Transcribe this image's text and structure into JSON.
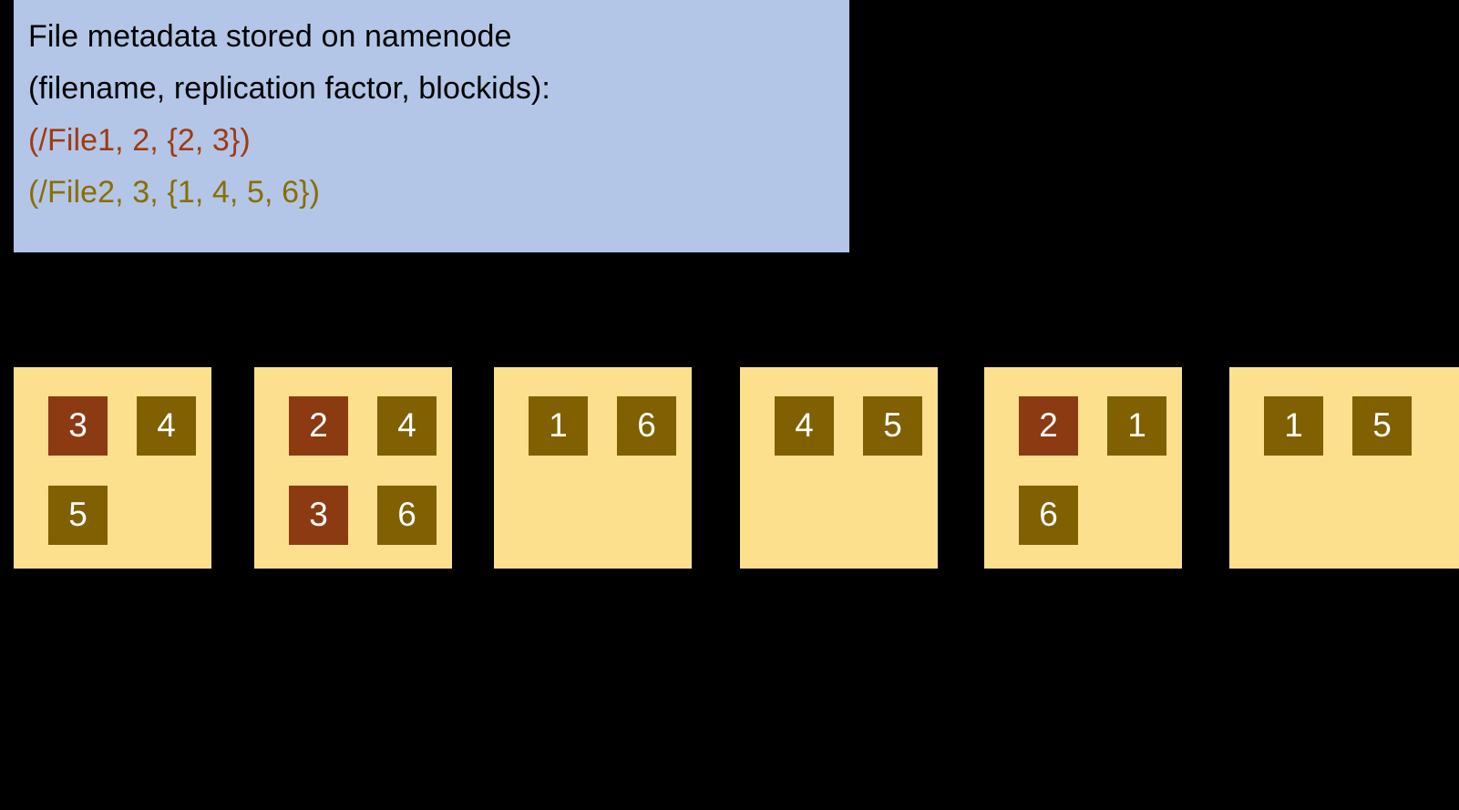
{
  "metadata_panel": {
    "name": "namenode-metadata-box",
    "background_color": "#b3c6e7",
    "lines": [
      {
        "text": "File metadata stored on namenode",
        "color": "#000000",
        "kind": "plain"
      },
      {
        "text": "(filename, replication factor, blockids):",
        "color": "#000000",
        "kind": "plain"
      },
      {
        "text": "(/File1, 2, {2, 3})",
        "color": "#a03a10",
        "kind": "file1"
      },
      {
        "text": "(/File2, 3, {1, 4, 5, 6})",
        "color": "#8a6d00",
        "kind": "file2"
      }
    ],
    "files": [
      {
        "filename": "/File1",
        "replication_factor": 2,
        "blockids": [
          2,
          3
        ],
        "color": "#a03a10"
      },
      {
        "filename": "/File2",
        "replication_factor": 3,
        "blockids": [
          1,
          4,
          5,
          6
        ],
        "color": "#8a6d00"
      }
    ]
  },
  "legend_colors": {
    "datanode_background": "#fce08e",
    "file1_block": "#8c3a12",
    "file2_block": "#806000",
    "block_label": "#ffffff",
    "canvas": "#000000"
  },
  "datanodes": [
    {
      "id": "datanode-1",
      "blocks": [
        {
          "label": "3",
          "file": "file1"
        },
        {
          "label": "4",
          "file": "file2"
        },
        {
          "label": "5",
          "file": "file2"
        }
      ]
    },
    {
      "id": "datanode-2",
      "blocks": [
        {
          "label": "2",
          "file": "file1"
        },
        {
          "label": "4",
          "file": "file2"
        },
        {
          "label": "3",
          "file": "file1"
        },
        {
          "label": "6",
          "file": "file2"
        }
      ]
    },
    {
      "id": "datanode-3",
      "blocks": [
        {
          "label": "1",
          "file": "file2"
        },
        {
          "label": "6",
          "file": "file2"
        }
      ]
    },
    {
      "id": "datanode-4",
      "blocks": [
        {
          "label": "4",
          "file": "file2"
        },
        {
          "label": "5",
          "file": "file2"
        }
      ]
    },
    {
      "id": "datanode-5",
      "blocks": [
        {
          "label": "2",
          "file": "file1"
        },
        {
          "label": "1",
          "file": "file2"
        },
        {
          "label": "6",
          "file": "file2"
        }
      ]
    },
    {
      "id": "datanode-6",
      "blocks": [
        {
          "label": "1",
          "file": "file2"
        },
        {
          "label": "5",
          "file": "file2"
        }
      ]
    }
  ]
}
